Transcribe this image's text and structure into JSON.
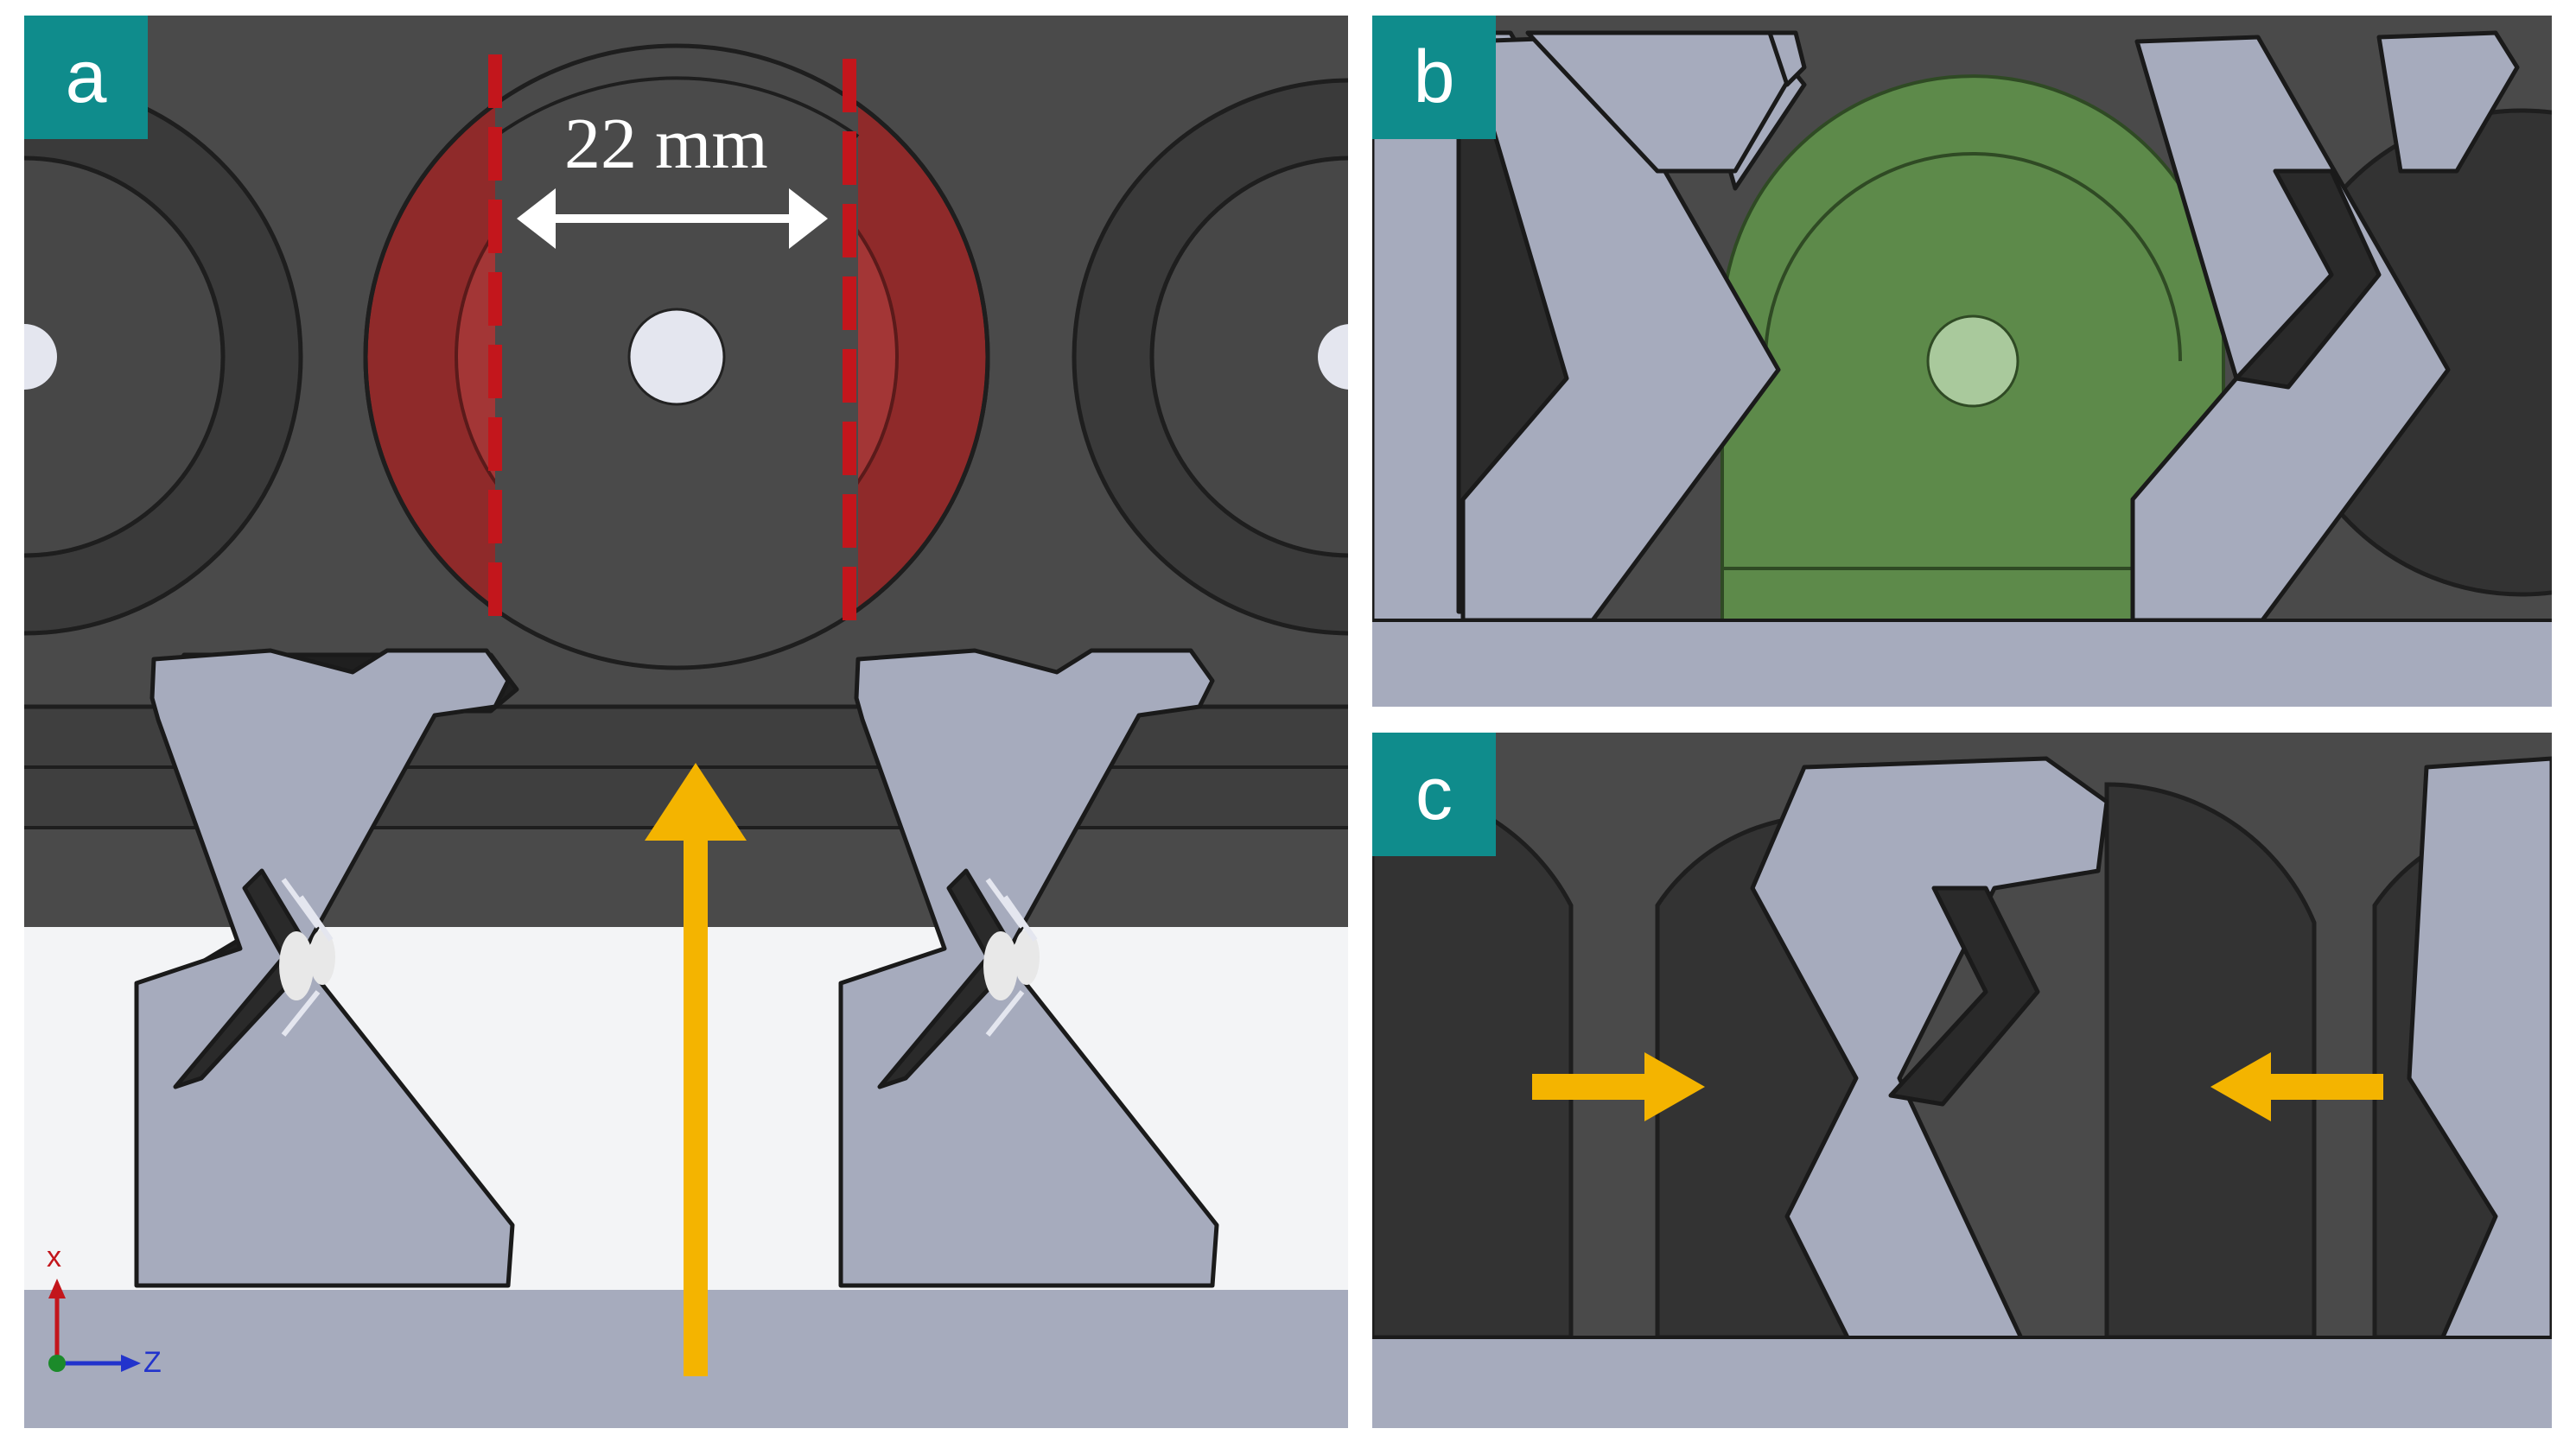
{
  "panels": {
    "a": {
      "tag": "a",
      "dimension_label": "22 mm"
    },
    "b": {
      "tag": "b"
    },
    "c": {
      "tag": "c"
    }
  },
  "axes": {
    "x_label": "x",
    "z_label": "Z"
  },
  "colors": {
    "background_dark": "#4a4a4a",
    "part_gray": "#a6abbd",
    "panel_tag": "#0f8c8c",
    "dimension_lines": "#c3161c",
    "highlight_red": "#9e2424",
    "highlight_green": "#5d8a4a",
    "arrow_yellow": "#f4b400"
  },
  "icons": [
    "arrow-up-icon",
    "arrow-right-icon",
    "arrow-left-icon",
    "double-arrow-icon",
    "coordinate-triad-icon"
  ]
}
